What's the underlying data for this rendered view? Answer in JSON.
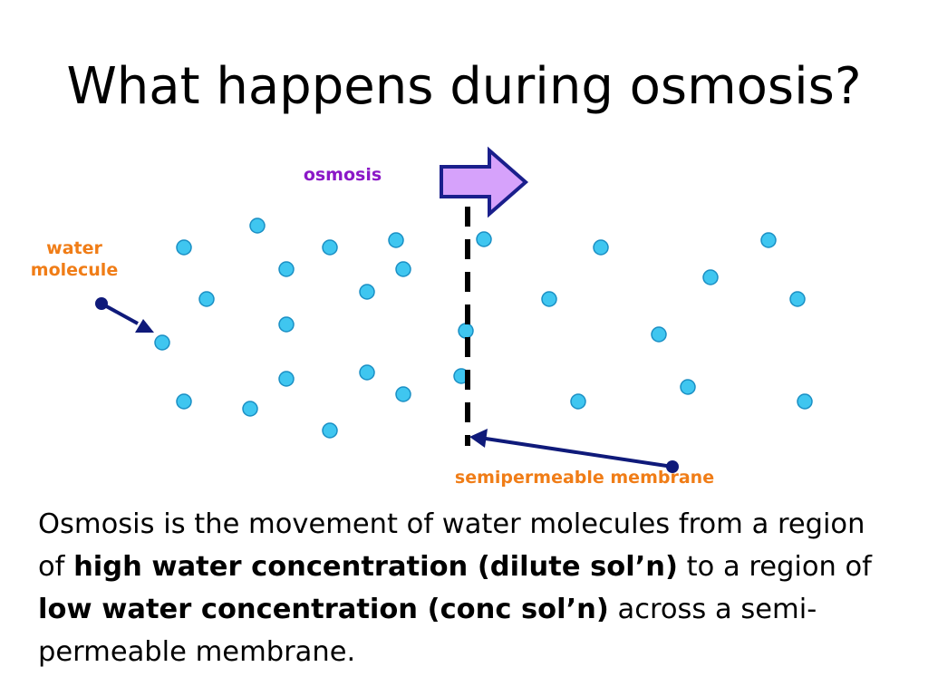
{
  "slide": {
    "title": "What happens during osmosis?"
  },
  "diagram": {
    "labels": {
      "osmosis": "osmosis",
      "water_molecule_line1": "water",
      "water_molecule_line2": "molecule",
      "membrane": "semipermeable membrane"
    },
    "colors": {
      "molecule_fill": "#3fc6f0",
      "molecule_stroke": "#1a8fc4",
      "osmosis_label": "#8b18c7",
      "arrow_fill": "#d6a2fb",
      "arrow_stroke": "#1a1f8c",
      "annotation_label": "#f07d17",
      "pointer_color": "#0f1a7a",
      "membrane_color": "#000000"
    }
  },
  "caption": {
    "part1": "Osmosis is the movement of water molecules from a region of ",
    "bold1": "high water concentration (dilute sol’n)",
    "part2": " to a region of ",
    "bold2": "low water concentration (conc sol’n)",
    "part3": " across a semi-permeable membrane."
  }
}
